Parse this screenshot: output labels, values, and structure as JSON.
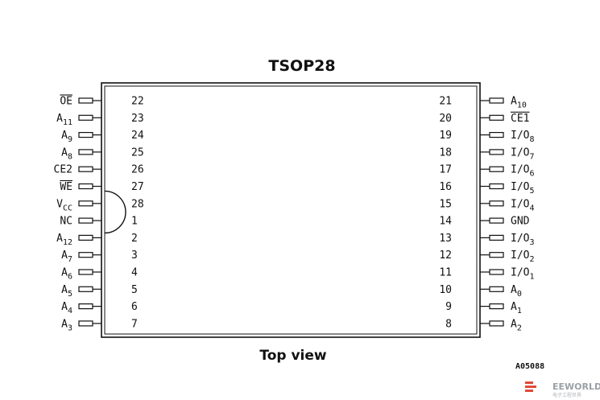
{
  "title": "TSOP28",
  "caption": "Top view",
  "figure_code": "A05088",
  "watermark": {
    "text": "EEWORLD",
    "subtext": "电子工程世界"
  },
  "left_pins": [
    {
      "num": "22",
      "sig": "OE",
      "over": true
    },
    {
      "num": "23",
      "sig": "A",
      "sub": "11"
    },
    {
      "num": "24",
      "sig": "A",
      "sub": "9"
    },
    {
      "num": "25",
      "sig": "A",
      "sub": "8"
    },
    {
      "num": "26",
      "sig": "CE2"
    },
    {
      "num": "27",
      "sig": "WE",
      "over": true
    },
    {
      "num": "28",
      "sig": "V",
      "sub": "CC"
    },
    {
      "num": "1",
      "sig": "NC"
    },
    {
      "num": "2",
      "sig": "A",
      "sub": "12"
    },
    {
      "num": "3",
      "sig": "A",
      "sub": "7"
    },
    {
      "num": "4",
      "sig": "A",
      "sub": "6"
    },
    {
      "num": "5",
      "sig": "A",
      "sub": "5"
    },
    {
      "num": "6",
      "sig": "A",
      "sub": "4"
    },
    {
      "num": "7",
      "sig": "A",
      "sub": "3"
    }
  ],
  "right_pins": [
    {
      "num": "21",
      "sig": "A",
      "sub": "10"
    },
    {
      "num": "20",
      "sig": "CE1",
      "over": true
    },
    {
      "num": "19",
      "sig": "I/O",
      "sub": "8"
    },
    {
      "num": "18",
      "sig": "I/O",
      "sub": "7"
    },
    {
      "num": "17",
      "sig": "I/O",
      "sub": "6"
    },
    {
      "num": "16",
      "sig": "I/O",
      "sub": "5"
    },
    {
      "num": "15",
      "sig": "I/O",
      "sub": "4"
    },
    {
      "num": "14",
      "sig": "GND"
    },
    {
      "num": "13",
      "sig": "I/O",
      "sub": "3"
    },
    {
      "num": "12",
      "sig": "I/O",
      "sub": "2"
    },
    {
      "num": "11",
      "sig": "I/O",
      "sub": "1"
    },
    {
      "num": "10",
      "sig": "A",
      "sub": "0"
    },
    {
      "num": "9",
      "sig": "A",
      "sub": "1"
    },
    {
      "num": "8",
      "sig": "A",
      "sub": "2"
    }
  ]
}
